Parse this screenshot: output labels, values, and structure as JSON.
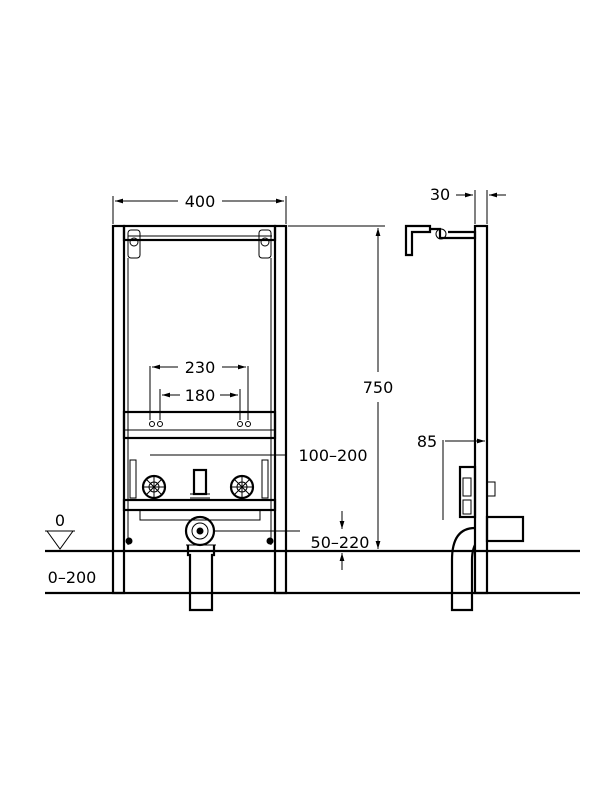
{
  "dimensions": {
    "frame_width": "400",
    "frame_height": "750",
    "pipe_spacing_outer": "230",
    "pipe_spacing_inner": "180",
    "crossbar_adjust": "100–200",
    "drain_adjust": "50–220",
    "side_offset_top": "30",
    "side_depth": "85",
    "floor_level": "0",
    "floor_adjust": "0–200"
  }
}
